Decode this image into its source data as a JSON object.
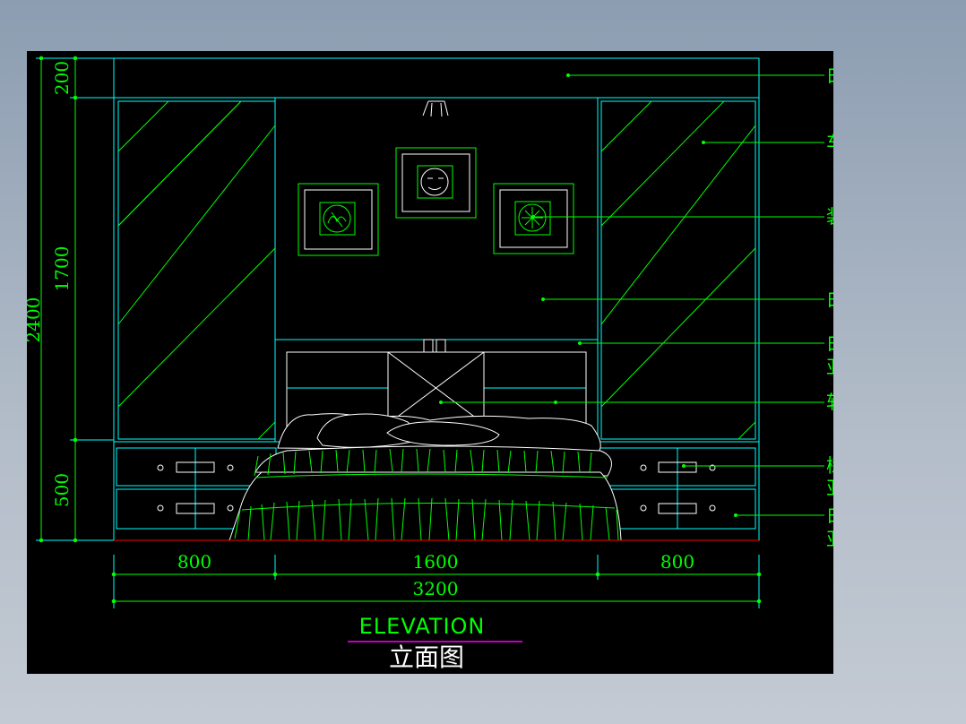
{
  "colors": {
    "background": "#000000",
    "cyan": "#00ffff",
    "green": "#00ff00",
    "white": "#ffffff",
    "red": "#ff0000",
    "magenta": "#ff00ff",
    "frame": "#8c9db1"
  },
  "dimensions": {
    "left": {
      "total": "2400",
      "top": "200",
      "middle": "1700",
      "bottom": "500"
    },
    "bottom": {
      "left": "800",
      "center": "1600",
      "right": "800",
      "total": "3200"
    }
  },
  "annotations": [
    {
      "line1": "白色乳胶漆",
      "line2": ""
    },
    {
      "line1": "车边明镜",
      "line2": ""
    },
    {
      "line1": "装饰画",
      "line2": ""
    },
    {
      "line1": "白色乳胶漆",
      "line2": ""
    },
    {
      "line1": "白榉木夹板",
      "line2": "亚光清漆"
    },
    {
      "line1": "软包",
      "line2": ""
    },
    {
      "line1": "树瘤木夹板",
      "line2": "亚光清漆"
    },
    {
      "line1": "白榉木夹板",
      "line2": "亚光清漆"
    }
  ],
  "title": {
    "english": "ELEVATION",
    "chinese": "立面图"
  }
}
